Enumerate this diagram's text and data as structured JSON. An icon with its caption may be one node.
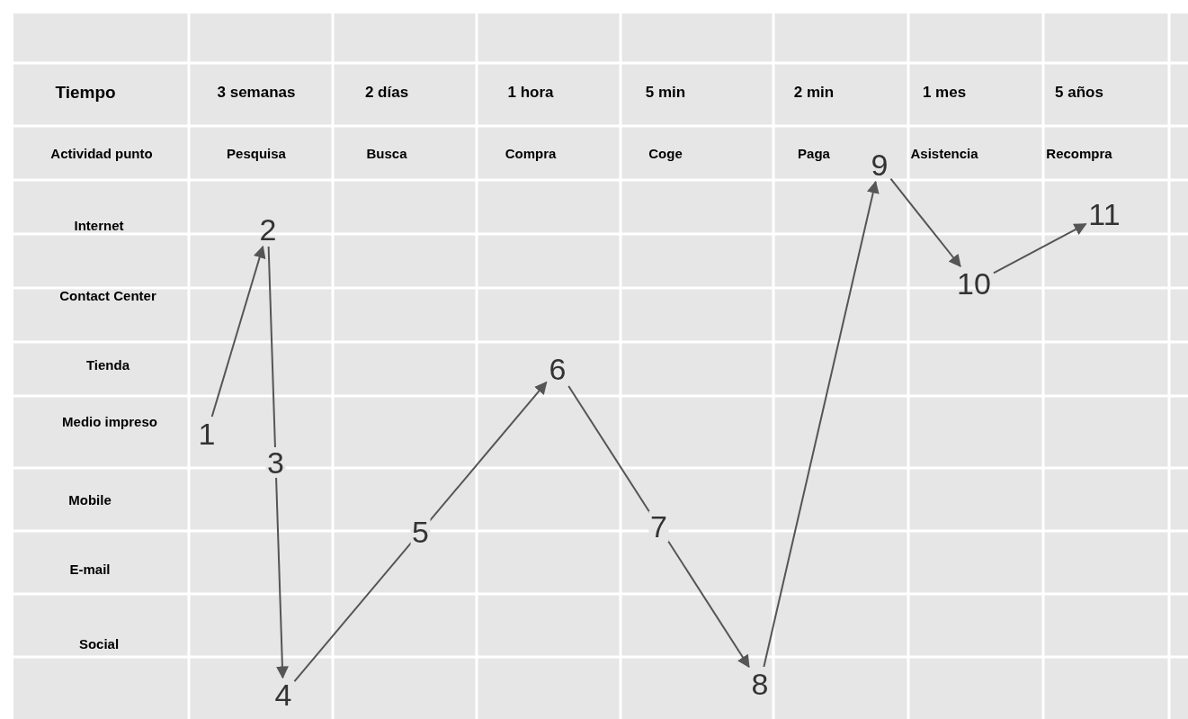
{
  "diagram": {
    "nodes": [
      {
        "text": [
          "1"
        ]
      },
      {
        "text": [
          "2"
        ]
      },
      {
        "text": [
          "4"
        ]
      },
      {
        "text": [
          "6"
        ]
      },
      {
        "text": [
          "8"
        ]
      },
      {
        "text": [
          "9"
        ]
      },
      {
        "text": [
          "10"
        ]
      },
      {
        "text": [
          "11"
        ]
      }
    ],
    "edges": [
      {
        "from": 0,
        "to": 1,
        "arrow": "to"
      },
      {
        "from": 1,
        "to": 2,
        "arrow": "to",
        "label": "3"
      },
      {
        "from": 2,
        "to": 3,
        "arrow": "to",
        "label": "5"
      },
      {
        "from": 3,
        "to": 4,
        "arrow": "to",
        "label": "7"
      },
      {
        "from": 4,
        "to": 5,
        "arrow": "to"
      },
      {
        "from": 5,
        "to": 6,
        "arrow": "to"
      },
      {
        "from": 6,
        "to": 7,
        "arrow": "to"
      }
    ],
    "labels": [
      "Tiempo",
      "3 semanas",
      "2 días",
      "1 hora",
      "5 min",
      "2 min",
      "1 mes",
      "5 años",
      "Actividad punto",
      "Pesquisa",
      "Busca",
      "Compra",
      "Coge",
      "Paga",
      "Asistencia",
      "Recompra",
      "Internet",
      "Contact Center",
      "Tienda",
      "Medio impreso",
      "Mobile",
      "E-mail",
      "Social"
    ]
  }
}
